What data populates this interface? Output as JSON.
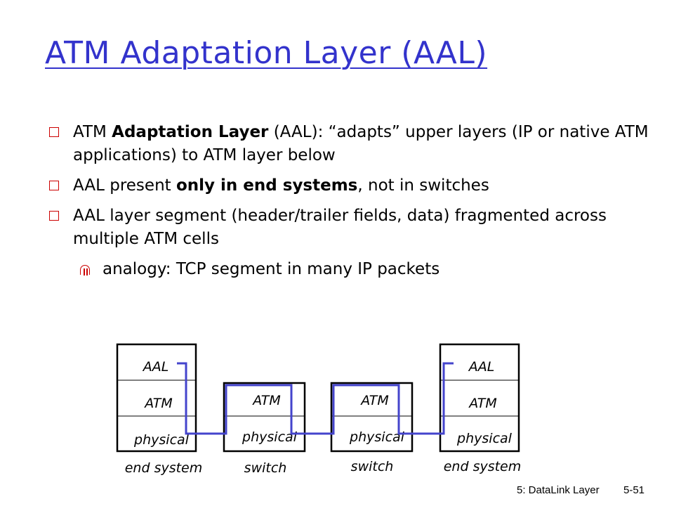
{
  "title": "ATM Adaptation Layer (AAL)",
  "bullets": [
    {
      "parts": [
        {
          "t": "ATM ",
          "b": false
        },
        {
          "t": "Adaptation Layer",
          "b": true
        },
        {
          "t": " (AAL): “adapts” upper layers (IP or native ATM applications)  to ATM layer below",
          "b": false
        }
      ]
    },
    {
      "parts": [
        {
          "t": "AAL present ",
          "b": false
        },
        {
          "t": "only in end systems",
          "b": true
        },
        {
          "t": ", not in switches",
          "b": false
        }
      ]
    },
    {
      "parts": [
        {
          "t": "AAL layer segment (header/trailer fields, data) fragmented across multiple ATM cells",
          "b": false
        }
      ]
    }
  ],
  "sub_bullet": "analogy: TCP segment in many IP packets",
  "diagram": {
    "nodes": [
      {
        "layers": [
          "AAL",
          "ATM",
          "physical"
        ],
        "caption": "end system"
      },
      {
        "layers": [
          "ATM",
          "physical"
        ],
        "caption": "switch"
      },
      {
        "layers": [
          "ATM",
          "physical"
        ],
        "caption": "switch"
      },
      {
        "layers": [
          "AAL",
          "ATM",
          "physical"
        ],
        "caption": "end system"
      }
    ],
    "path_color": "#4444cc"
  },
  "footer": {
    "chapter": "5: DataLink Layer",
    "page": "5-51"
  }
}
